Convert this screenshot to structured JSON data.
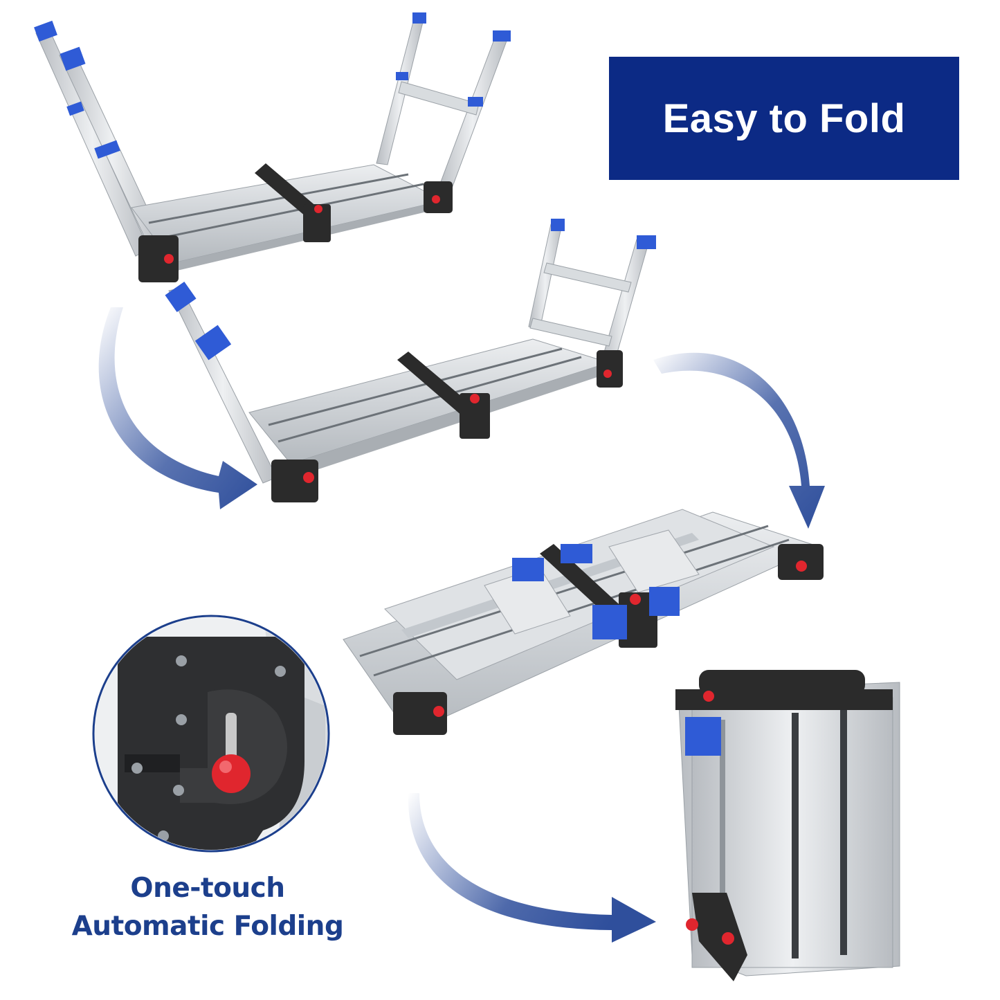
{
  "banner": {
    "text": "Easy to Fold"
  },
  "caption": {
    "line1": "One-touch",
    "line2": "Automatic Folding"
  },
  "colors": {
    "brand_blue": "#0c2a85",
    "caption_blue": "#1c3f8c",
    "arrow_blue": "#2f4f9c",
    "plastic_blue": "#2f5bd6",
    "knob_red": "#e0262e",
    "aluminum": "#d4d8dc",
    "hinge_black": "#2b2b2b"
  },
  "icons": [
    "curved-arrow-icon",
    "zoom-circle",
    "ladder-stage-1",
    "ladder-stage-2",
    "ladder-stage-3",
    "ladder-stage-4"
  ]
}
